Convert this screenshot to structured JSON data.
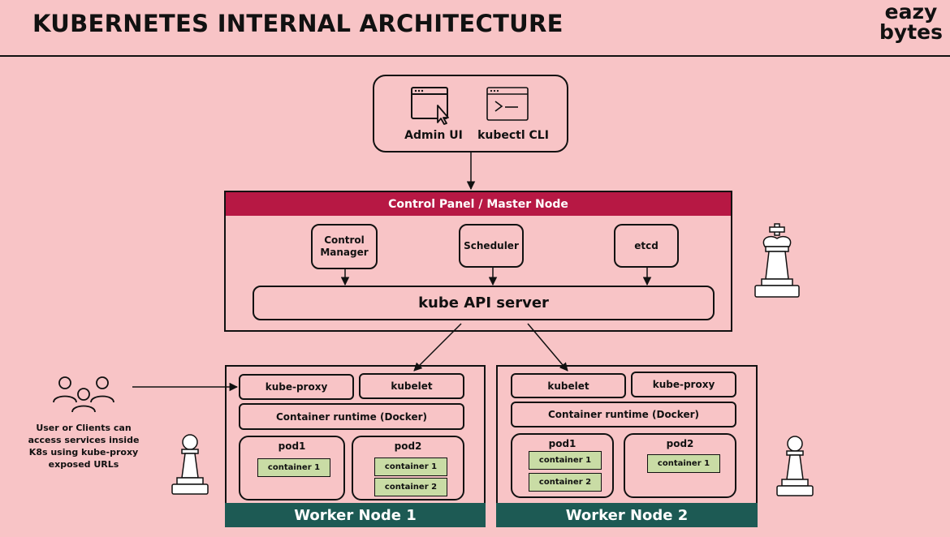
{
  "header": {
    "title": "KUBERNETES INTERNAL ARCHITECTURE",
    "logo_line1": "eazy",
    "logo_line2": "bytes"
  },
  "tools": {
    "admin_ui": "Admin UI",
    "kubectl_cli": "kubectl CLI"
  },
  "control_plane": {
    "title": "Control Panel / Master Node",
    "components": [
      "Control Manager",
      "Scheduler",
      "etcd"
    ],
    "api_server": "kube API server"
  },
  "worker1": {
    "title": "Worker Node 1",
    "kube_proxy": "kube-proxy",
    "kubelet": "kubelet",
    "runtime": "Container runtime (Docker)",
    "pods": [
      {
        "name": "pod1",
        "containers": [
          "container 1"
        ]
      },
      {
        "name": "pod2",
        "containers": [
          "container 1",
          "container 2"
        ]
      }
    ]
  },
  "worker2": {
    "title": "Worker Node 2",
    "kubelet": "kubelet",
    "kube_proxy": "kube-proxy",
    "runtime": "Container runtime (Docker)",
    "pods": [
      {
        "name": "pod1",
        "containers": [
          "container 1",
          "container 2"
        ]
      },
      {
        "name": "pod2",
        "containers": [
          "container 1"
        ]
      }
    ]
  },
  "users": {
    "label": "User or Clients can access services inside K8s using kube-proxy exposed URLs"
  },
  "colors": {
    "background": "#f8c4c6",
    "master_header": "#b71844",
    "worker_footer": "#1d5a54",
    "container_fill": "#c9dca5"
  },
  "icons": [
    "admin-ui-window-icon",
    "terminal-icon",
    "chess-king-icon",
    "chess-pawn-icon",
    "users-icon"
  ]
}
